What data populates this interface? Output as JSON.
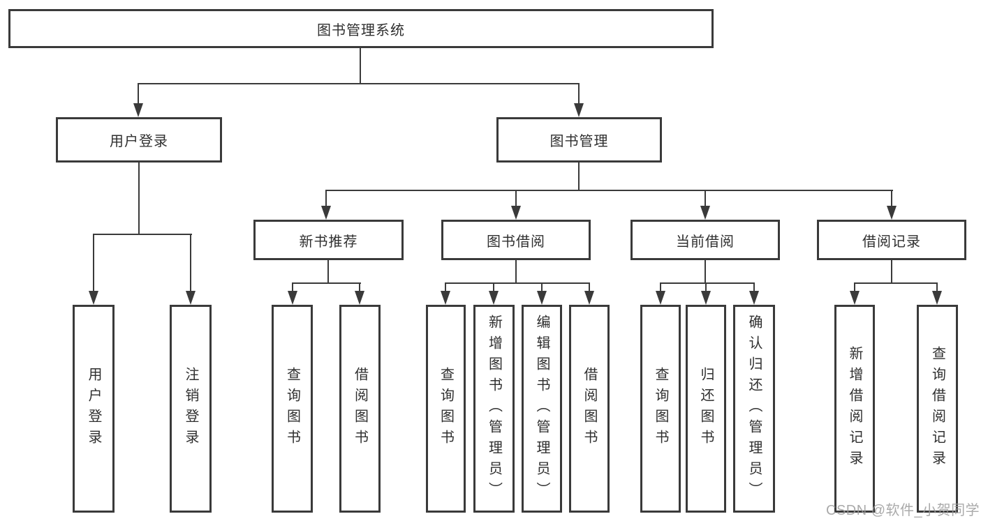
{
  "nodes": {
    "root": "图书管理系统",
    "user_login": "用户登录",
    "book_mgmt": "图书管理",
    "new_book_rec": "新书推荐",
    "book_borrow": "图书借阅",
    "current_borrow": "当前借阅",
    "borrow_records": "借阅记录",
    "leaf_user_login": "用户登录",
    "leaf_logout": "注销登录",
    "leaf_nbr_query_book": "查询图书",
    "leaf_nbr_borrow_book": "借阅图书",
    "leaf_bb_query_book": "查询图书",
    "leaf_bb_add_book": "新增图书（管理员）",
    "leaf_bb_edit_book": "编辑图书（管理员）",
    "leaf_bb_borrow_book": "借阅图书",
    "leaf_cb_query_book": "查询图书",
    "leaf_cb_return_book": "归还图书",
    "leaf_cb_confirm_return": "确认归还（管理员）",
    "leaf_br_add_record": "新增借阅记录",
    "leaf_br_query_record": "查询借阅记录"
  },
  "hierarchy": {
    "图书管理系统": {
      "用户登录": [
        "用户登录",
        "注销登录"
      ],
      "图书管理": {
        "新书推荐": [
          "查询图书",
          "借阅图书"
        ],
        "图书借阅": [
          "查询图书",
          "新增图书（管理员）",
          "编辑图书（管理员）",
          "借阅图书"
        ],
        "当前借阅": [
          "查询图书",
          "归还图书",
          "确认归还（管理员）"
        ],
        "借阅记录": [
          "新增借阅记录",
          "查询借阅记录"
        ]
      }
    }
  },
  "watermark": "CSDN @软件_小贺同学",
  "colors": {
    "line": "#3a3a3a",
    "text": "#2f2f2f",
    "background": "#ffffff",
    "watermark": "#9b9b9b"
  }
}
